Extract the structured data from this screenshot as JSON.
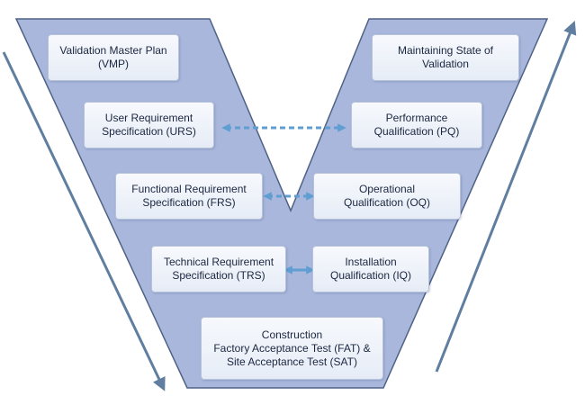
{
  "colors": {
    "v_fill": "#a9b7dd",
    "v_stroke": "#4f6285",
    "arrow": "#607ea0",
    "connector": "#5f9ed3"
  },
  "left_arrow_direction": "down",
  "right_arrow_direction": "up",
  "left_steps": [
    {
      "id": "vmp",
      "label": "Validation Master Plan\n(VMP)"
    },
    {
      "id": "urs",
      "label": "User Requirement\nSpecification (URS)"
    },
    {
      "id": "frs",
      "label": "Functional Requirement\nSpecification (FRS)"
    },
    {
      "id": "trs",
      "label": "Technical Requirement\nSpecification (TRS)"
    }
  ],
  "right_steps": [
    {
      "id": "msv",
      "label": "Maintaining State of\nValidation"
    },
    {
      "id": "pq",
      "label": "Performance\nQualification (PQ)"
    },
    {
      "id": "oq",
      "label": "Operational\nQualification (OQ)"
    },
    {
      "id": "iq",
      "label": "Installation\nQualification (IQ)"
    }
  ],
  "bottom_step": {
    "id": "construction",
    "label": "Construction\nFactory Acceptance Test (FAT) &\nSite Acceptance Test (SAT)"
  },
  "links": [
    {
      "from": "urs",
      "to": "pq",
      "style": "dashed"
    },
    {
      "from": "frs",
      "to": "oq",
      "style": "dashed"
    },
    {
      "from": "trs",
      "to": "iq",
      "style": "solid"
    }
  ]
}
